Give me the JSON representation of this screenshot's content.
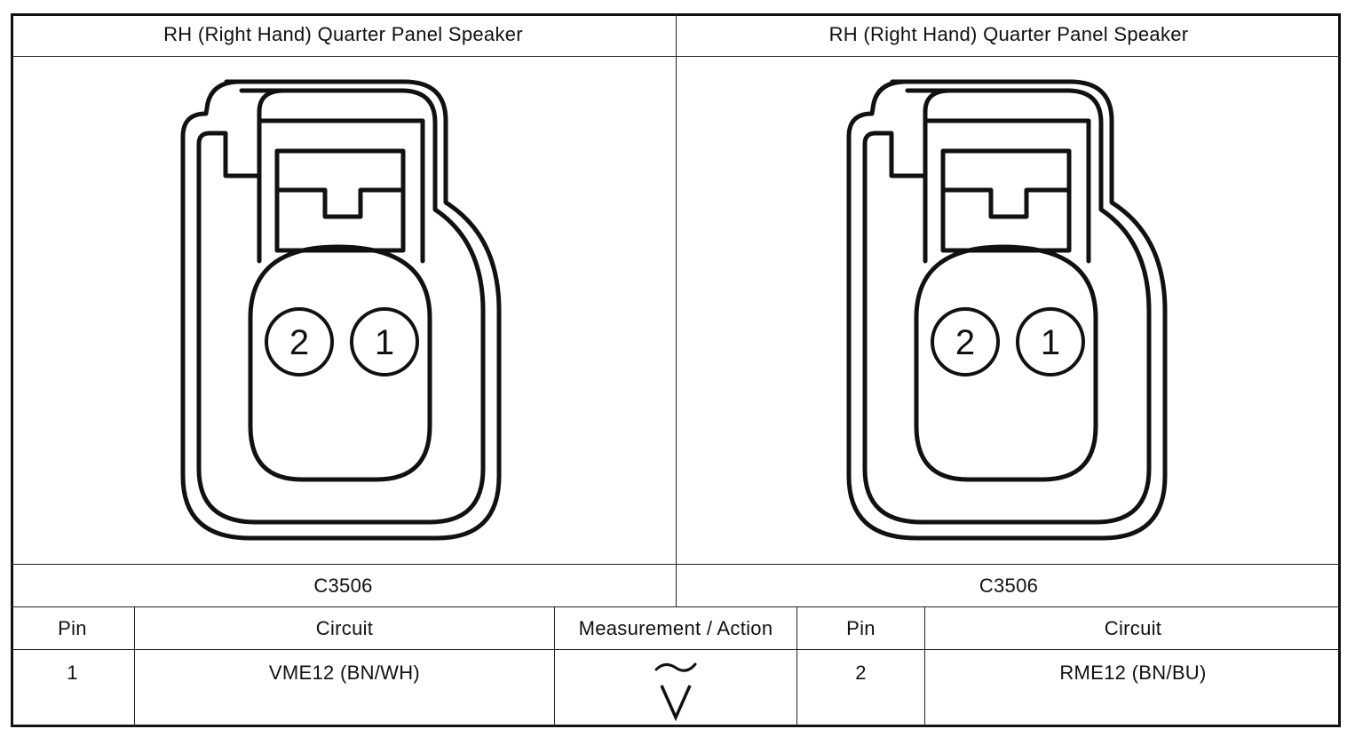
{
  "connectors": [
    {
      "title": "RH (Right Hand) Quarter Panel Speaker",
      "id": "C3506",
      "pin_labels": [
        "2",
        "1"
      ]
    },
    {
      "title": "RH (Right Hand) Quarter Panel Speaker",
      "id": "C3506",
      "pin_labels": [
        "2",
        "1"
      ]
    }
  ],
  "table": {
    "headers": [
      "Pin",
      "Circuit",
      "Measurement / Action",
      "Pin",
      "Circuit"
    ],
    "row": {
      "pin_a": "1",
      "circuit_a": "VME12 (BN/WH)",
      "measurement_icon": "ac-voltage-icon",
      "pin_b": "2",
      "circuit_b": "RME12 (BN/BU)"
    }
  }
}
